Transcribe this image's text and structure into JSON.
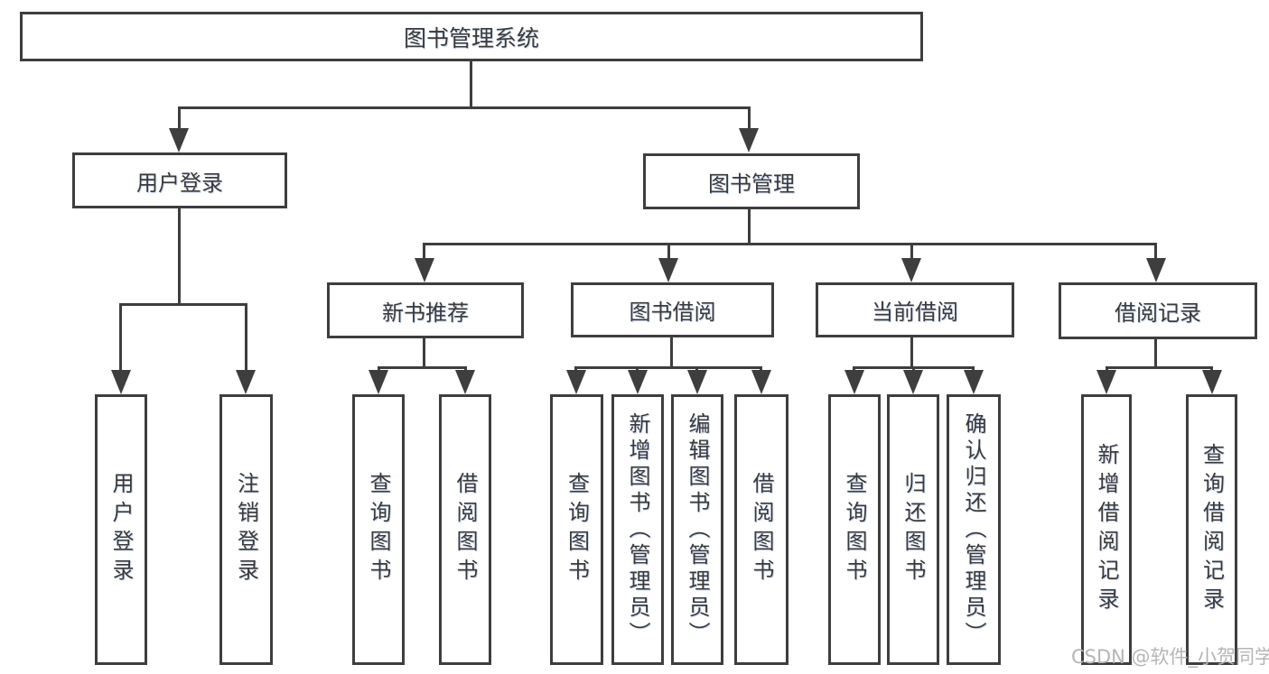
{
  "diagram": {
    "root_label": "图书管理系统",
    "level2": {
      "user_login": "用户登录",
      "book_management": "图书管理"
    },
    "level3": {
      "new_book": "新书推荐",
      "book_borrow": "图书借阅",
      "current_borrow": "当前借阅",
      "borrow_record": "借阅记录"
    },
    "leaves": {
      "user_login_1": "用户登录",
      "user_login_2": "注销登录",
      "new_book_1": "查询图书",
      "new_book_2": "借阅图书",
      "book_borrow_1": "查询图书",
      "book_borrow_2": "新增图书（管理员）",
      "book_borrow_3": "编辑图书（管理员）",
      "book_borrow_4": "借阅图书",
      "current_borrow_1": "查询图书",
      "current_borrow_2": "归还图书",
      "current_borrow_3": "确认归还（管理员）",
      "borrow_record_1": "新增借阅记录",
      "borrow_record_2": "查询借阅记录"
    }
  },
  "watermark": {
    "text": "CSDN @软件_小贺同学",
    "color": "#b5b5b5"
  },
  "colors": {
    "line": "#3e3e3e",
    "text": "#3a3a3a",
    "background": "#ffffff"
  }
}
